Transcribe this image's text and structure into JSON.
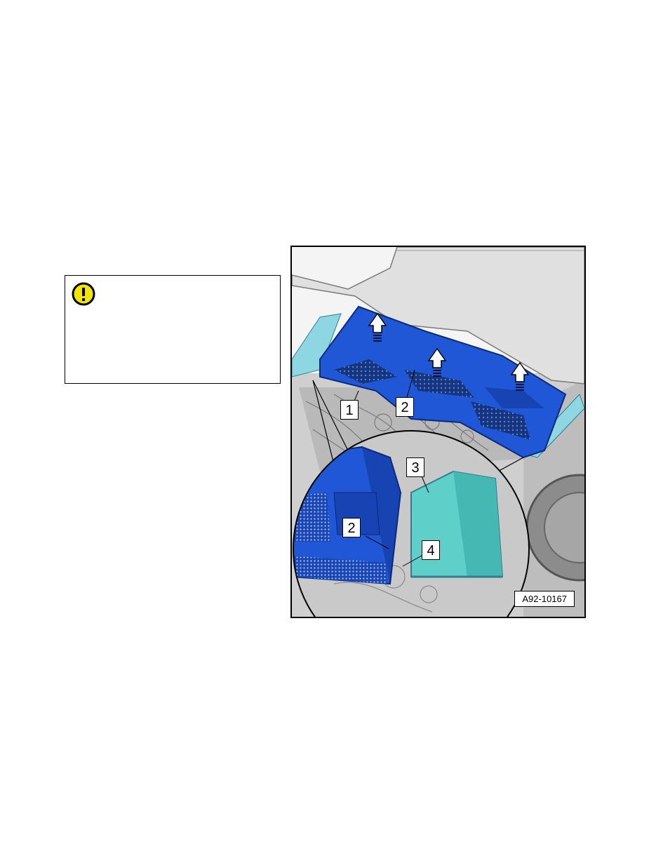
{
  "caution": {
    "icon": "exclamation-warning-icon",
    "icon_color": "#f2e600"
  },
  "figure": {
    "callouts": [
      "1",
      "2",
      "3",
      "2",
      "4"
    ],
    "reference_code": "A92-10167",
    "highlight_color": "#1f57d6",
    "accent_color": "#5fcfc9"
  }
}
